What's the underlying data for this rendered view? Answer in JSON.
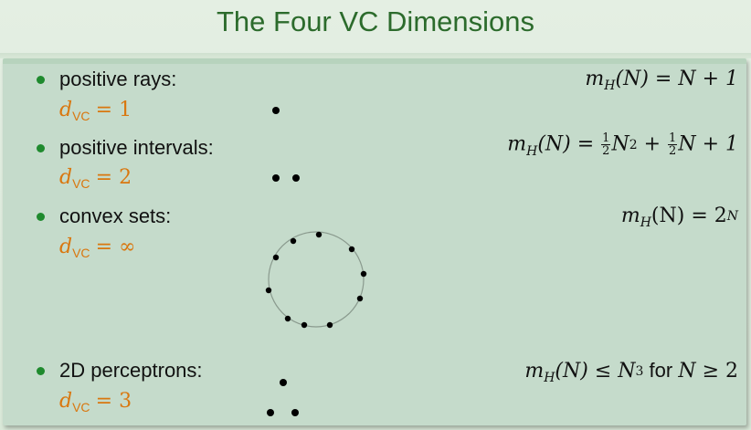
{
  "title": "The Four VC Dimensions",
  "rows": [
    {
      "label": "positive rays:",
      "dvc_symbol": "d",
      "dvc_sub": "VC",
      "dvc_value": "= 1",
      "formula": {
        "parts": [
          "m",
          "H",
          "(N) = N + 1"
        ]
      }
    },
    {
      "label": "positive intervals:",
      "dvc_symbol": "d",
      "dvc_sub": "VC",
      "dvc_value": "= 2",
      "formula": {
        "prefix": "m",
        "sub": "H",
        "mid": "(N) = ",
        "frac1_num": "1",
        "frac1_den": "2",
        "term1": "N",
        "term1_exp": "2",
        "plus1": " + ",
        "frac2_num": "1",
        "frac2_den": "2",
        "term2": "N + 1"
      }
    },
    {
      "label": "convex sets:",
      "dvc_symbol": "d",
      "dvc_sub": "VC",
      "dvc_value": "= ∞",
      "formula": {
        "prefix": "m",
        "sub": "H",
        "mid": "(N) = 2",
        "exp": "N"
      }
    },
    {
      "label": "2D perceptrons:",
      "dvc_symbol": "d",
      "dvc_sub": "VC",
      "dvc_value": "= 3",
      "formula": {
        "prefix": "m",
        "sub": "H",
        "mid": "(N) ≤ N",
        "exp": "3",
        "tail_text": " for ",
        "tail_var": "N",
        "tail_rest": " ≥ 2"
      }
    }
  ],
  "colors": {
    "title": "#2c6b2c",
    "bullet": "#1f8a2e",
    "dvc": "#d9770f",
    "block": "#c5dbcb"
  }
}
